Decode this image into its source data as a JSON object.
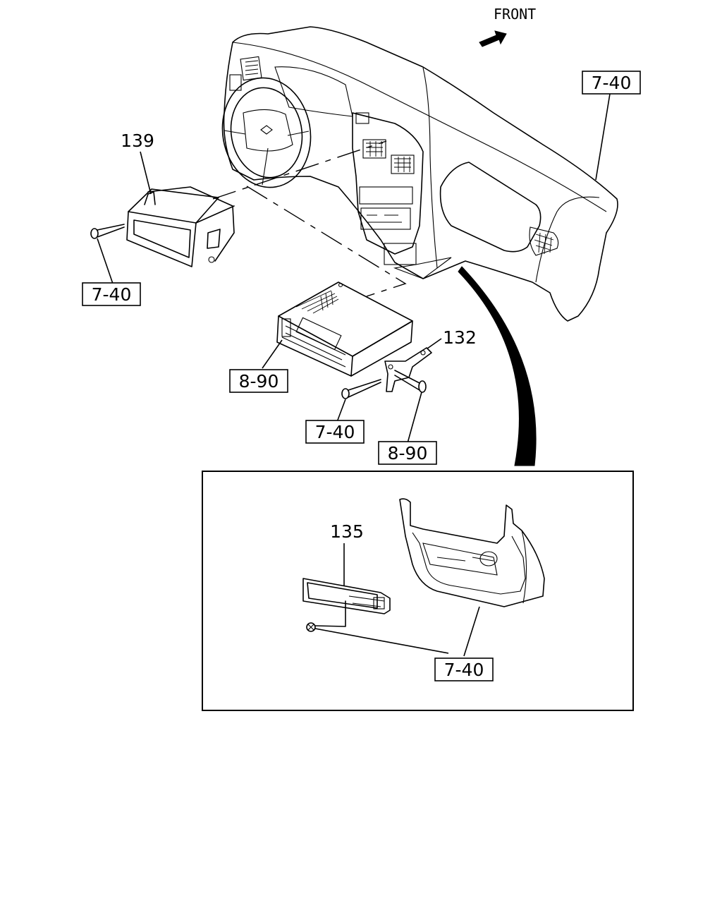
{
  "header": {
    "direction_label": "FRONT"
  },
  "callouts": {
    "dash_ref": "7-40",
    "pocket_part": "139",
    "pocket_screw_ref": "7-40",
    "radio_ref": "8-90",
    "bracket_part": "132",
    "bracket_screw_ref": "7-40",
    "bracket_bolt_ref": "8-90",
    "inset_part": "135",
    "inset_ref": "7-40"
  },
  "icons": {
    "direction": "arrow-right-icon"
  }
}
